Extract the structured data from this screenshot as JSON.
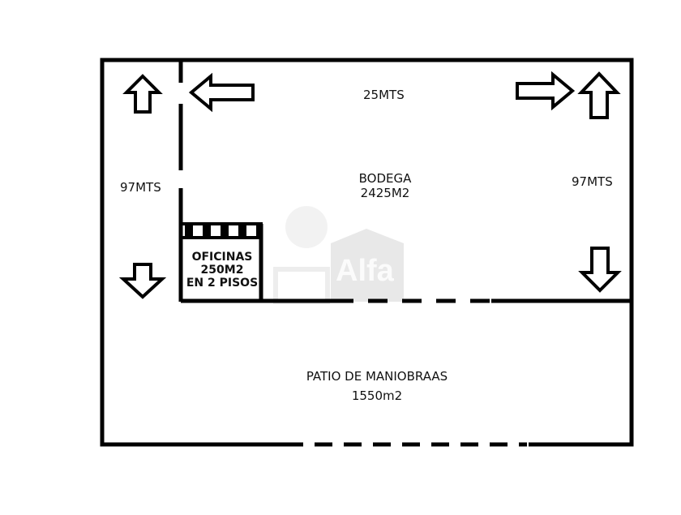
{
  "plan": {
    "width_top": "25MTS",
    "depth_left": "97MTS",
    "depth_right": "97MTS",
    "warehouse": {
      "name": "BODEGA",
      "area": "2425M2"
    },
    "offices": {
      "name": "OFICINAS",
      "area": "250M2",
      "floors": "EN 2 PISOS"
    },
    "yard": {
      "name": "PATIO DE MANIOBRAAS",
      "area": "1550m2"
    }
  },
  "watermark": {
    "text": "Alfa"
  },
  "colors": {
    "line": "#000000",
    "text": "#111111",
    "watermark": "#c8c8c8"
  },
  "icons": [
    "arrow-up-icon",
    "arrow-left-icon",
    "arrow-right-icon",
    "arrow-down-icon"
  ]
}
